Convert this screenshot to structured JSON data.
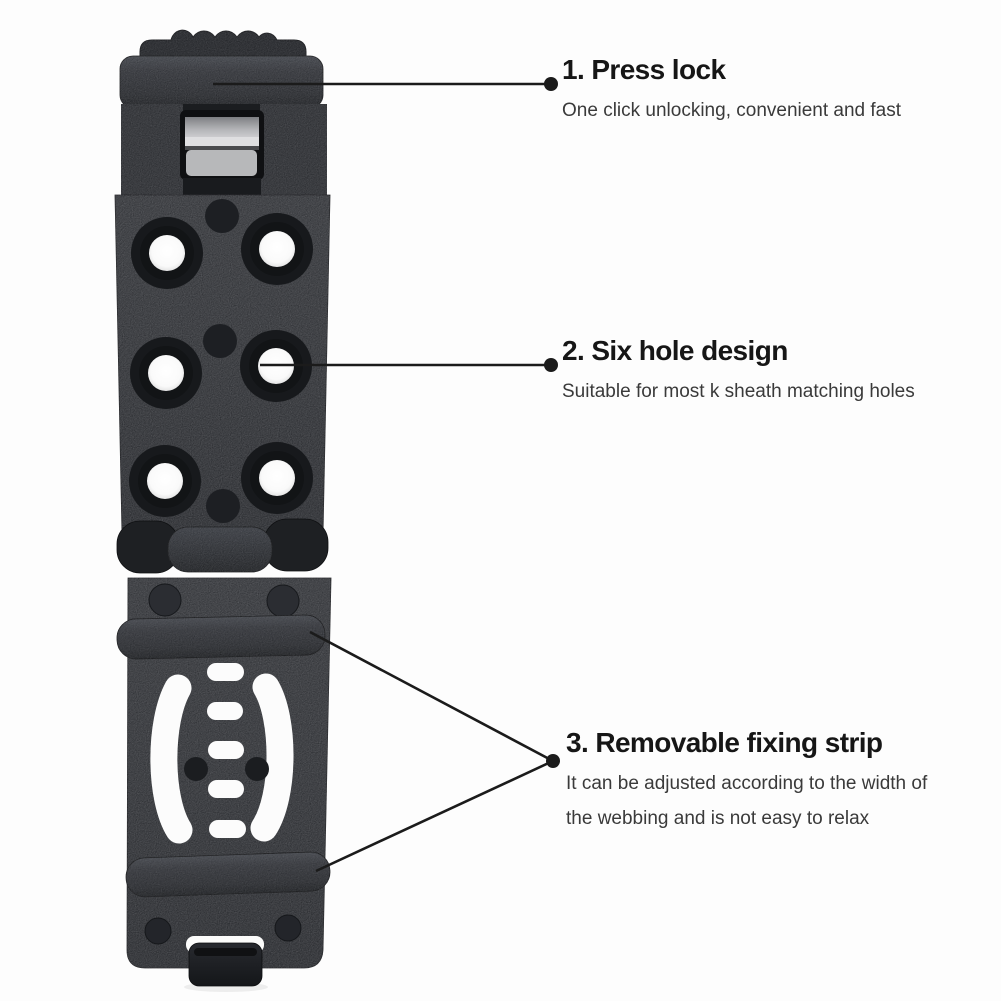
{
  "background": "#fdfdfd",
  "annotations": [
    {
      "number": "1",
      "title": "1. Press lock",
      "lines": [
        "One click unlocking, convenient and fast"
      ]
    },
    {
      "number": "2",
      "title": "2. Six hole design",
      "lines": [
        "Suitable for most k sheath matching holes"
      ]
    },
    {
      "number": "3",
      "title": "3. Removable fixing strip",
      "lines": [
        "It can be adjusted according to the width of",
        "the webbing and is not easy to relax"
      ]
    }
  ],
  "product": {
    "name": "k-sheath belt clip",
    "features": [
      "press lock button",
      "metal latch",
      "six mounting holes",
      "hinge",
      "removable fixing strips",
      "webbing slots",
      "bottom tab"
    ],
    "hole_count": 6,
    "fixing_strip_count": 2
  },
  "colors": {
    "plastic": "#232529",
    "plastic_deep": "#17191c",
    "plastic_light": "#2c2e33",
    "metal": "#b9babd",
    "hole_white": "#fbfbfb",
    "ink": "#1b1b1b",
    "title_text": "#161616",
    "desc_text": "#3a3a3a"
  }
}
